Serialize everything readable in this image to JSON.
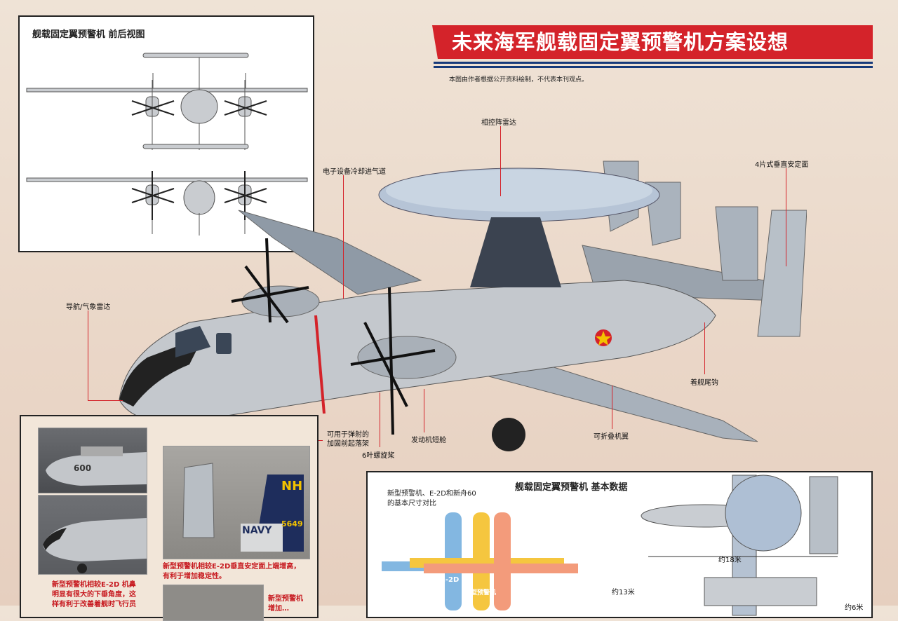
{
  "header": {
    "title": "未来海军舰载固定翼预警机方案设想",
    "note": "本图由作者根据公开资料绘制，不代表本刊观点。"
  },
  "views_panel": {
    "title": "舰载固定翼预警机  前后视图"
  },
  "callouts": {
    "radar": "相控阵雷达",
    "intake": "电子设备冷却进气道",
    "tails": "4片式垂直安定面",
    "nav_radar": "导航/气象雷达",
    "tailhook": "着舰尾钩",
    "landing_gear": "可用于弹射的\n加固前起落架",
    "propeller": "6叶螺旋桨",
    "nacelle": "发动机短舱",
    "folding_wing": "可折叠机翼"
  },
  "comparison_panel": {
    "photo1_tail_code": "NH",
    "photo1_number": "5649",
    "photo1_text": "NAVY",
    "nose_number": "600",
    "caption_tail": "新型预警机相较E-2D垂直安定面上端增高，\n有利于增加稳定性。",
    "caption_nose": "新型预警机相较E-2D 机鼻\n明显有很大的下垂角度，这\n样有利于改善着舰时飞行员",
    "caption_bottom": "新型预警机\n增加…"
  },
  "data_panel": {
    "title": "舰载固定翼预警机  基本数据",
    "subtitle": "新型预警机、E-2D和新舟60\n的基本尺寸对比",
    "label_e2d": "E-2D",
    "label_new": "新型预警机",
    "dim_span": "约18米",
    "dim_length": "约13米",
    "dim_height": "约6米"
  },
  "colors": {
    "accent_red": "#d4232a",
    "navy": "#163a7a"
  }
}
